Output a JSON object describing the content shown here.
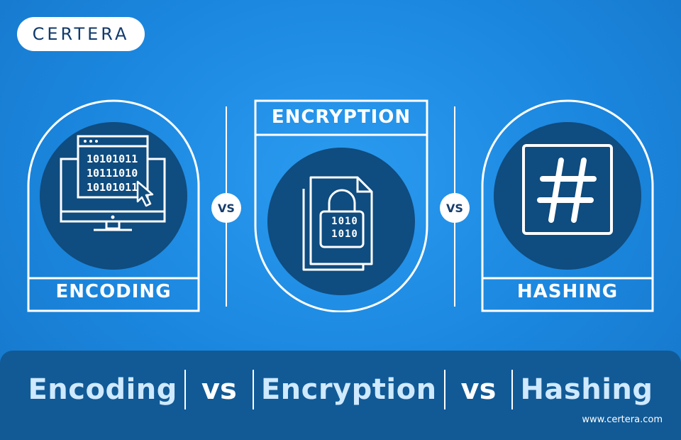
{
  "brand": {
    "logo": "CERTERA",
    "url": "www.certera.com"
  },
  "panels": {
    "encoding": {
      "label": "ENCODING",
      "icon": "monitor-binary-icon",
      "binary_lines": [
        "10101011",
        "10111010",
        "10101011"
      ]
    },
    "encryption": {
      "label": "ENCRYPTION",
      "icon": "locked-document-icon",
      "binary_lines": [
        "1010",
        "1010"
      ]
    },
    "hashing": {
      "label": "HASHING",
      "icon": "hash-icon"
    }
  },
  "separators": {
    "vs_left": "VS",
    "vs_right": "VS"
  },
  "footer": {
    "word1": "Encoding",
    "vs1": "vs",
    "word2": "Encryption",
    "vs2": "vs",
    "word3": "Hashing"
  },
  "colors": {
    "background": "#1e8fe6",
    "circle": "#0f4c7f",
    "footer_band": "#115a96",
    "white": "#ffffff",
    "footer_text": "#cfe9ff"
  }
}
